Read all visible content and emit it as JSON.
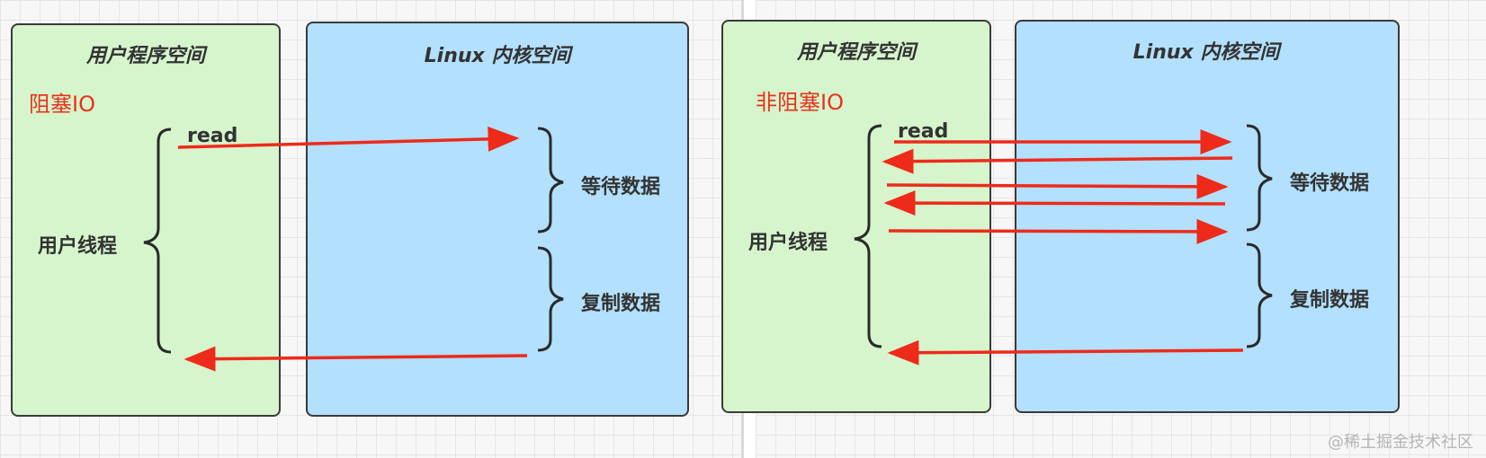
{
  "left_diagram": {
    "user_space_title": "用户程序空间",
    "kernel_space_title": "Linux 内核空间",
    "io_mode": "阻塞IO",
    "read_label": "read",
    "thread_label": "用户线程",
    "wait_data_label": "等待数据",
    "copy_data_label": "复制数据"
  },
  "right_diagram": {
    "user_space_title": "用户程序空间",
    "kernel_space_title": "Linux 内核空间",
    "io_mode": "非阻塞IO",
    "read_label": "read",
    "thread_label": "用户线程",
    "wait_data_label": "等待数据",
    "copy_data_label": "复制数据"
  },
  "watermark": "@稀土掘金技术社区",
  "colors": {
    "user_space": "#d6f5cc",
    "kernel_space": "#b3e0fc",
    "arrow": "#ee2a1b",
    "io_mode_text": "#e8321d"
  }
}
